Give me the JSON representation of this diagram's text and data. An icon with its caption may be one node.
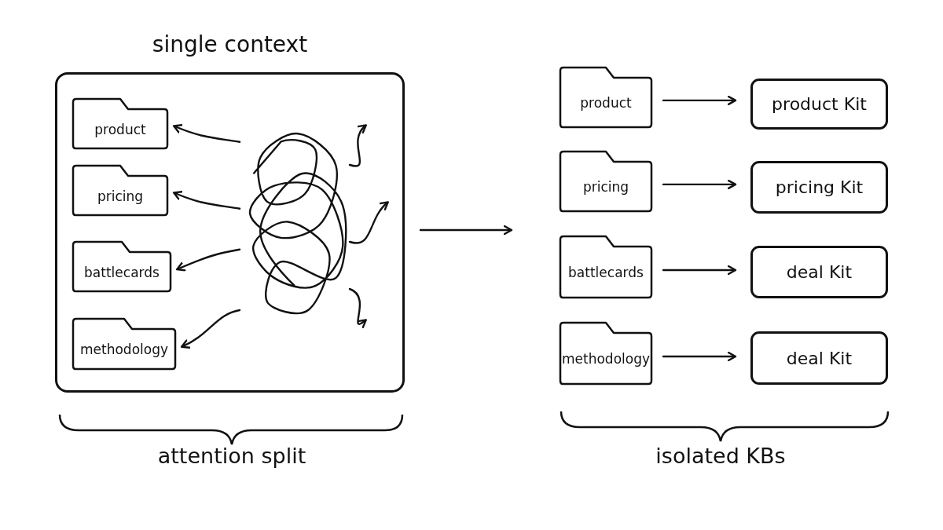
{
  "diagram": {
    "nodes": [
      {
        "text": [
          "single context"
        ]
      },
      {
        "text": [
          "product"
        ],
        "in": 0
      },
      {
        "text": [
          "pricing"
        ],
        "in": 0
      },
      {
        "text": [
          "battlecards"
        ],
        "in": 0
      },
      {
        "text": [
          "methodology"
        ],
        "in": 0
      },
      {
        "text": [],
        "shape": "picture",
        "in": 0
      },
      {
        "text": [
          "product"
        ]
      },
      {
        "text": [
          "product Kit"
        ]
      },
      {
        "text": [
          "pricing"
        ]
      },
      {
        "text": [
          "pricing Kit"
        ]
      },
      {
        "text": [
          "battlecards"
        ]
      },
      {
        "text": [
          "deal Kit"
        ]
      },
      {
        "text": [
          "methodology"
        ]
      },
      {
        "text": [
          "deal Kit"
        ]
      }
    ],
    "edges": [
      {
        "from": 5,
        "to": 1,
        "arrow": "to"
      },
      {
        "from": 5,
        "to": 2,
        "arrow": "to"
      },
      {
        "from": 5,
        "to": 3,
        "arrow": "to"
      },
      {
        "from": 5,
        "to": 4,
        "arrow": "to"
      },
      {
        "from": 5,
        "to": null,
        "arrow": "to"
      },
      {
        "from": 5,
        "to": null,
        "arrow": "to"
      },
      {
        "from": 5,
        "to": null,
        "arrow": "to"
      },
      {
        "from": 0,
        "to": null,
        "arrow": "to"
      },
      {
        "from": 6,
        "to": 7,
        "arrow": "to"
      },
      {
        "from": 8,
        "to": 9,
        "arrow": "to"
      },
      {
        "from": 10,
        "to": 11,
        "arrow": "to"
      },
      {
        "from": 12,
        "to": 13,
        "arrow": "to"
      }
    ],
    "labels": [
      "attention split",
      "isolated KBs"
    ]
  }
}
